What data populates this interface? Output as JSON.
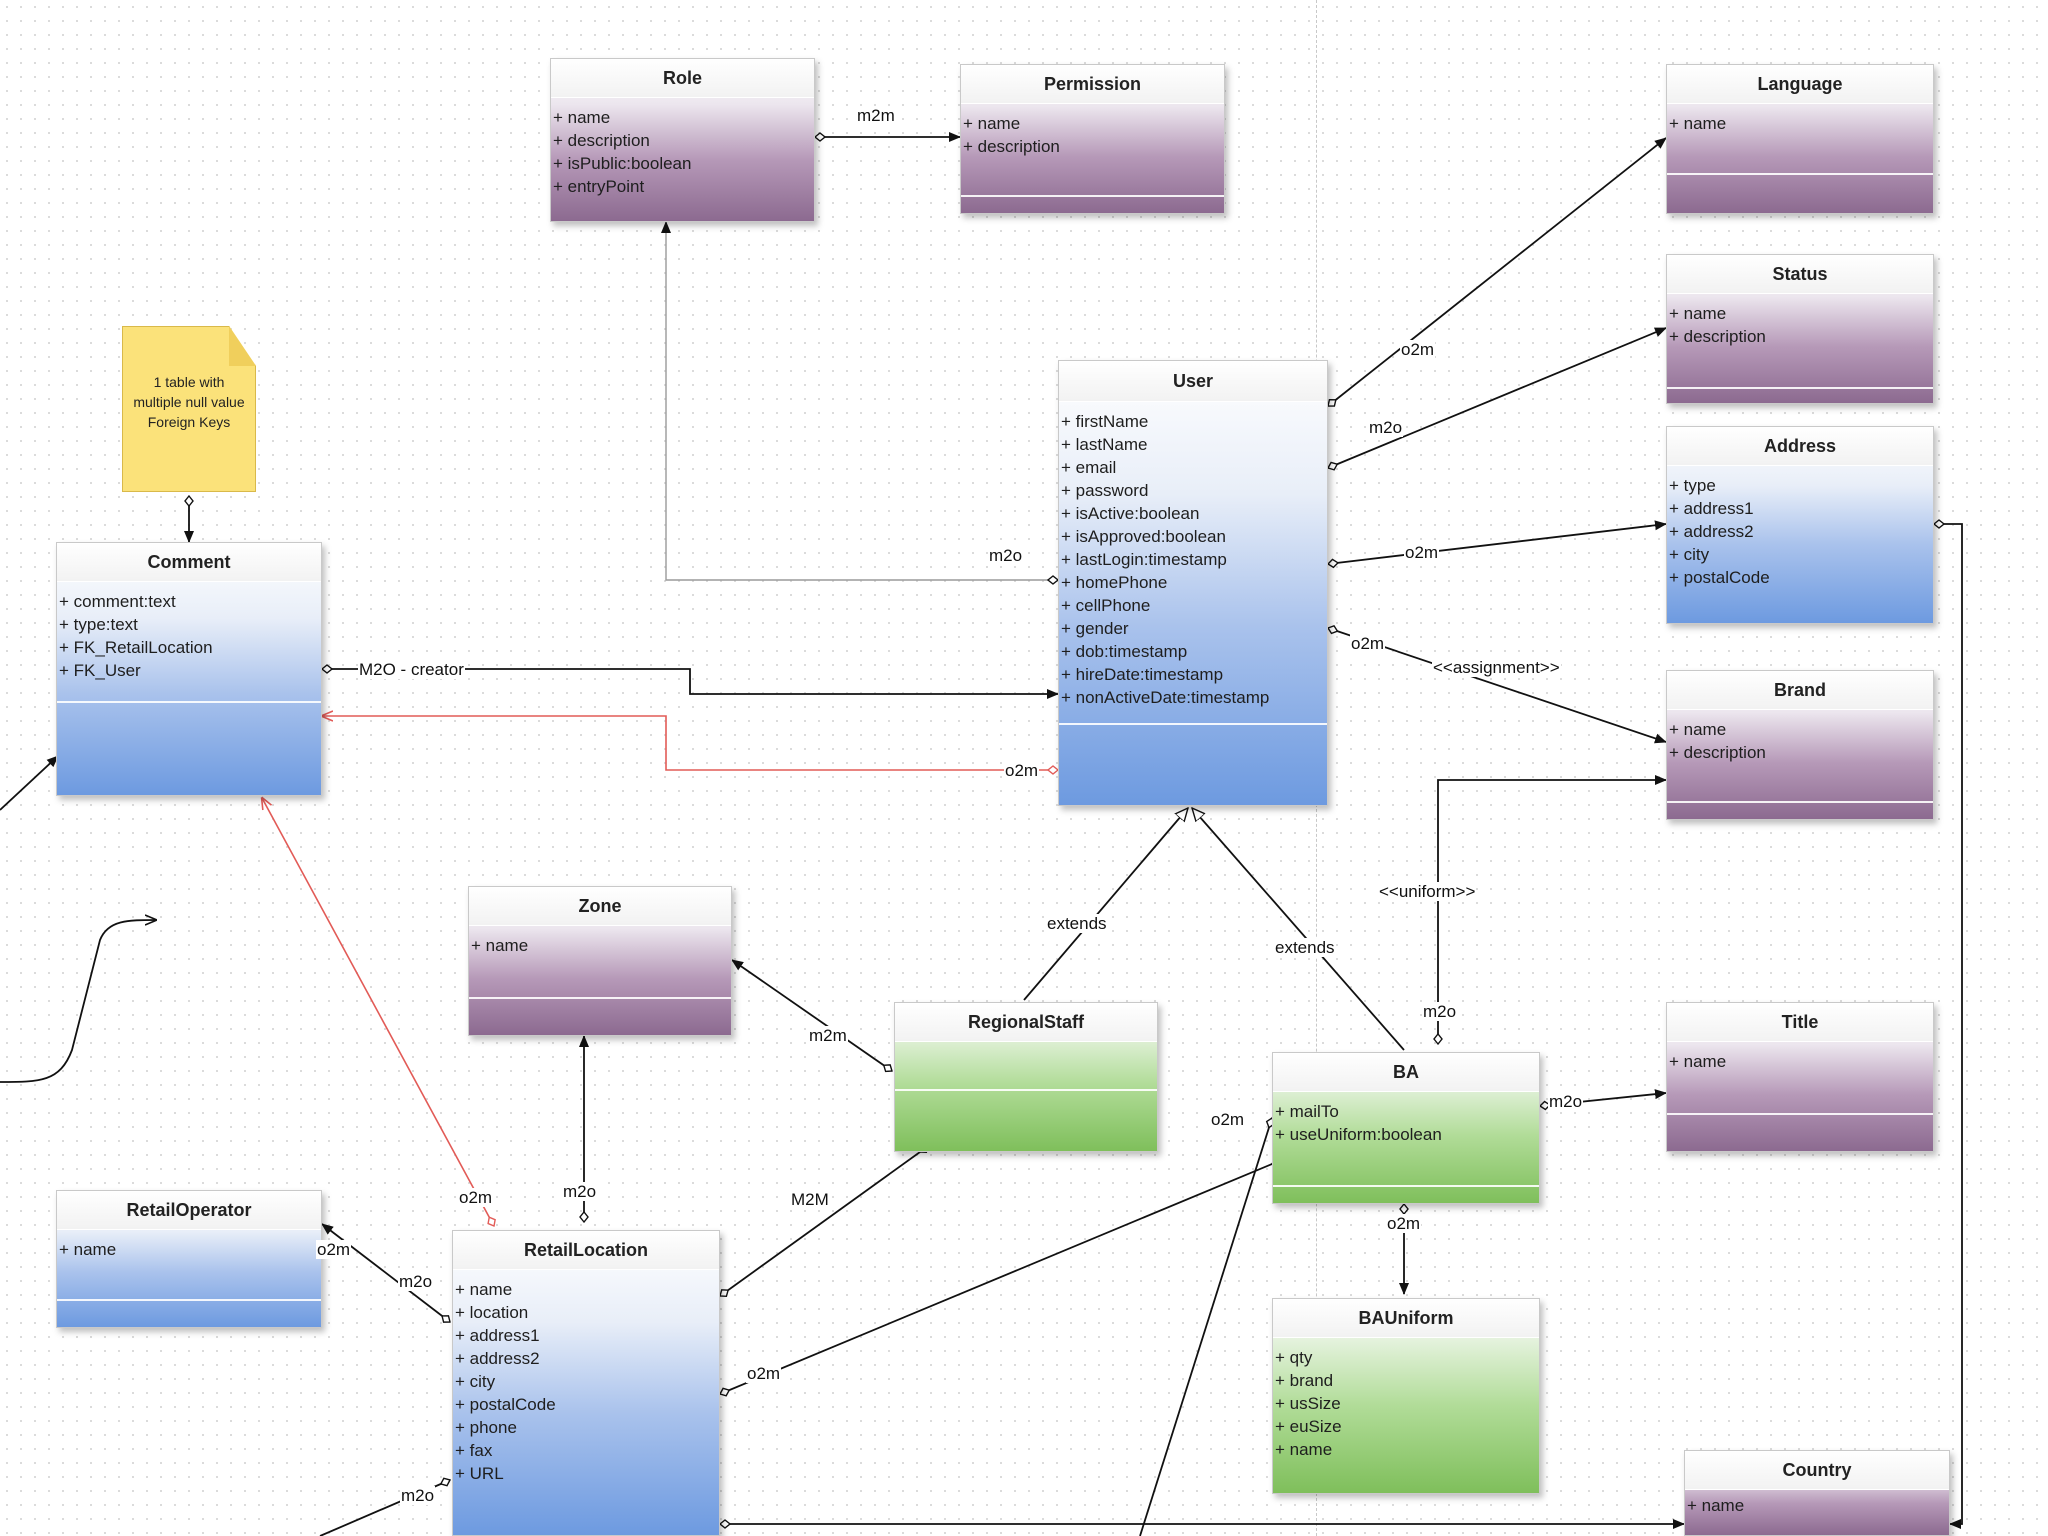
{
  "classes": {
    "role": {
      "title": "Role",
      "attributes": [
        "+ name",
        "+ description",
        "+ isPublic:boolean",
        "+ entryPoint"
      ]
    },
    "permission": {
      "title": "Permission",
      "attributes": [
        "+ name",
        "+ description"
      ]
    },
    "language": {
      "title": "Language",
      "attributes": [
        "+ name"
      ]
    },
    "status": {
      "title": "Status",
      "attributes": [
        "+ name",
        "+ description"
      ]
    },
    "address": {
      "title": "Address",
      "attributes": [
        "+ type",
        "+ address1",
        "+ address2",
        "+ city",
        "+ postalCode"
      ]
    },
    "brand": {
      "title": "Brand",
      "attributes": [
        "+ name",
        "+ description"
      ]
    },
    "user": {
      "title": "User",
      "attributes": [
        "+ firstName",
        "+ lastName",
        "+ email",
        "+ password",
        "+ isActive:boolean",
        "+ isApproved:boolean",
        "+ lastLogin:timestamp",
        "+ homePhone",
        "+ cellPhone",
        "+ gender",
        "+ dob:timestamp",
        "+ hireDate:timestamp",
        "+ nonActiveDate:timestamp"
      ]
    },
    "comment": {
      "title": "Comment",
      "attributes": [
        "+ comment:text",
        "+ type:text",
        "+ FK_RetailLocation",
        "+ FK_User"
      ]
    },
    "zone": {
      "title": "Zone",
      "attributes": [
        "+ name"
      ]
    },
    "regionalStaff": {
      "title": "RegionalStaff",
      "attributes": []
    },
    "ba": {
      "title": "BA",
      "attributes": [
        "+ mailTo",
        "+ useUniform:boolean"
      ]
    },
    "title": {
      "title": "Title",
      "attributes": [
        "+ name"
      ]
    },
    "retailOperator": {
      "title": "RetailOperator",
      "attributes": [
        "+ name"
      ]
    },
    "retailLocation": {
      "title": "RetailLocation",
      "attributes": [
        "+ name",
        "+ location",
        "+ address1",
        "+ address2",
        "+ city",
        "+ postalCode",
        "+ phone",
        "+ fax",
        "+ URL"
      ]
    },
    "baUniform": {
      "title": "BAUniform",
      "attributes": [
        "+ qty",
        "+ brand",
        "+ usSize",
        "+ euSize",
        "+ name"
      ]
    },
    "country": {
      "title": "Country",
      "attributes": [
        "+ name"
      ]
    }
  },
  "note": {
    "text": "1 table with multiple null value Foreign Keys"
  },
  "labels": {
    "roleToPermission": "m2m",
    "userToLanguage": "o2m",
    "userToStatus": "m2o",
    "userToAddress": "o2m",
    "userToBrandMult": "o2m",
    "userToBrandStereo": "<<assignment>>",
    "userToRole": "m2o",
    "commentToUser": "M2O - creator",
    "userToCommentRed": "o2m",
    "regionalExtends": "extends",
    "baExtends": "extends",
    "baToBrandStereo": "<<uniform>>",
    "baToBrandMult": "m2o",
    "baToTitle": "m2o",
    "regionalToZone": "m2m",
    "retailToZone": "m2o",
    "retailToCommentRed": "o2m",
    "retailToRegional": "M2M",
    "retailToOperatorO2m": "o2m",
    "retailToOperatorM2o": "m2o",
    "retailToBa": "o2m",
    "baLeft": "o2m",
    "baToUniform": "o2m",
    "retailBottomLeft": "m2o"
  },
  "colors": {
    "line": "#111111",
    "redLine": "#e25b57",
    "purpleHeader": "#8c6a90",
    "blueBody": "#6d9ae0",
    "greenBody": "#7fbf5b",
    "note": "#fbe27a"
  }
}
